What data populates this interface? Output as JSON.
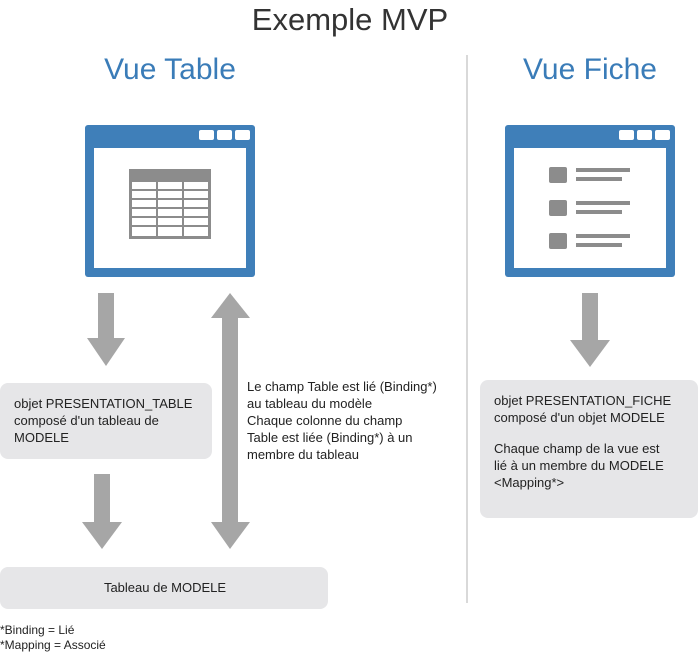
{
  "title": "Exemple MVP",
  "left": {
    "title": "Vue Table",
    "presentation_box": [
      "objet PRESENTATION_TABLE",
      "composé d'un tableau de",
      "MODELE"
    ],
    "binding_note": [
      "Le champ Table est lié (Binding*)",
      "au tableau du modèle",
      "Chaque colonne du champ",
      "Table est liée (Binding*) à un",
      "membre du tableau"
    ],
    "model_box": "Tableau de MODELE"
  },
  "right": {
    "title": "Vue Fiche",
    "presentation_box": [
      "objet PRESENTATION_FICHE",
      "composé d'un objet MODELE"
    ],
    "mapping_box": [
      "Chaque champ de la vue est",
      "lié à un membre du MODELE",
      "<Mapping*>"
    ]
  },
  "footnotes": [
    "*Binding = Lié",
    "*Mapping = Associé"
  ],
  "colors": {
    "accent_blue": "#3f7fb9",
    "title_blue": "#3a7cb8",
    "arrow_gray": "#a6a6a6",
    "box_gray": "#e6e6e8",
    "icon_gray": "#8c8c8c"
  }
}
